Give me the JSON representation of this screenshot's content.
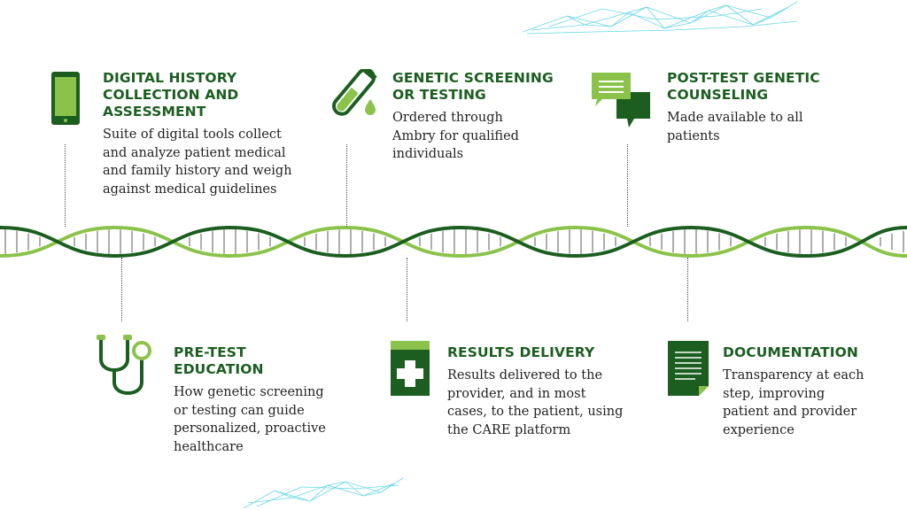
{
  "steps": [
    {
      "title": "DIGITAL HISTORY COLLECTION AND ASSESSMENT",
      "description": "Suite of digital tools collect and analyze patient medical and family history and weigh against medical guidelines",
      "icon": "smartphone-icon"
    },
    {
      "title": "PRE-TEST EDUCATION",
      "description": "How genetic screening or testing can guide personalized, proactive healthcare",
      "icon": "stethoscope-icon"
    },
    {
      "title": "GENETIC SCREENING OR TESTING",
      "description": "Ordered through Ambry for qualified individuals",
      "icon": "test-tube-icon"
    },
    {
      "title": "RESULTS DELIVERY",
      "description": "Results delivered to the provider, and in most cases, to the patient, using the CARE platform",
      "icon": "medical-envelope-icon"
    },
    {
      "title": "POST-TEST GENETIC COUNSELING",
      "description": "Made available to all patients",
      "icon": "chat-bubbles-icon"
    },
    {
      "title": "DOCUMENTATION",
      "description": "Transparency at each step, improving patient and provider experience",
      "icon": "document-icon"
    }
  ],
  "colors": {
    "dark_green": "#1b5e20",
    "light_green": "#8bc34a",
    "mid_green": "#43a047",
    "text": "#222222",
    "network_blue": "#4dd0e1"
  }
}
